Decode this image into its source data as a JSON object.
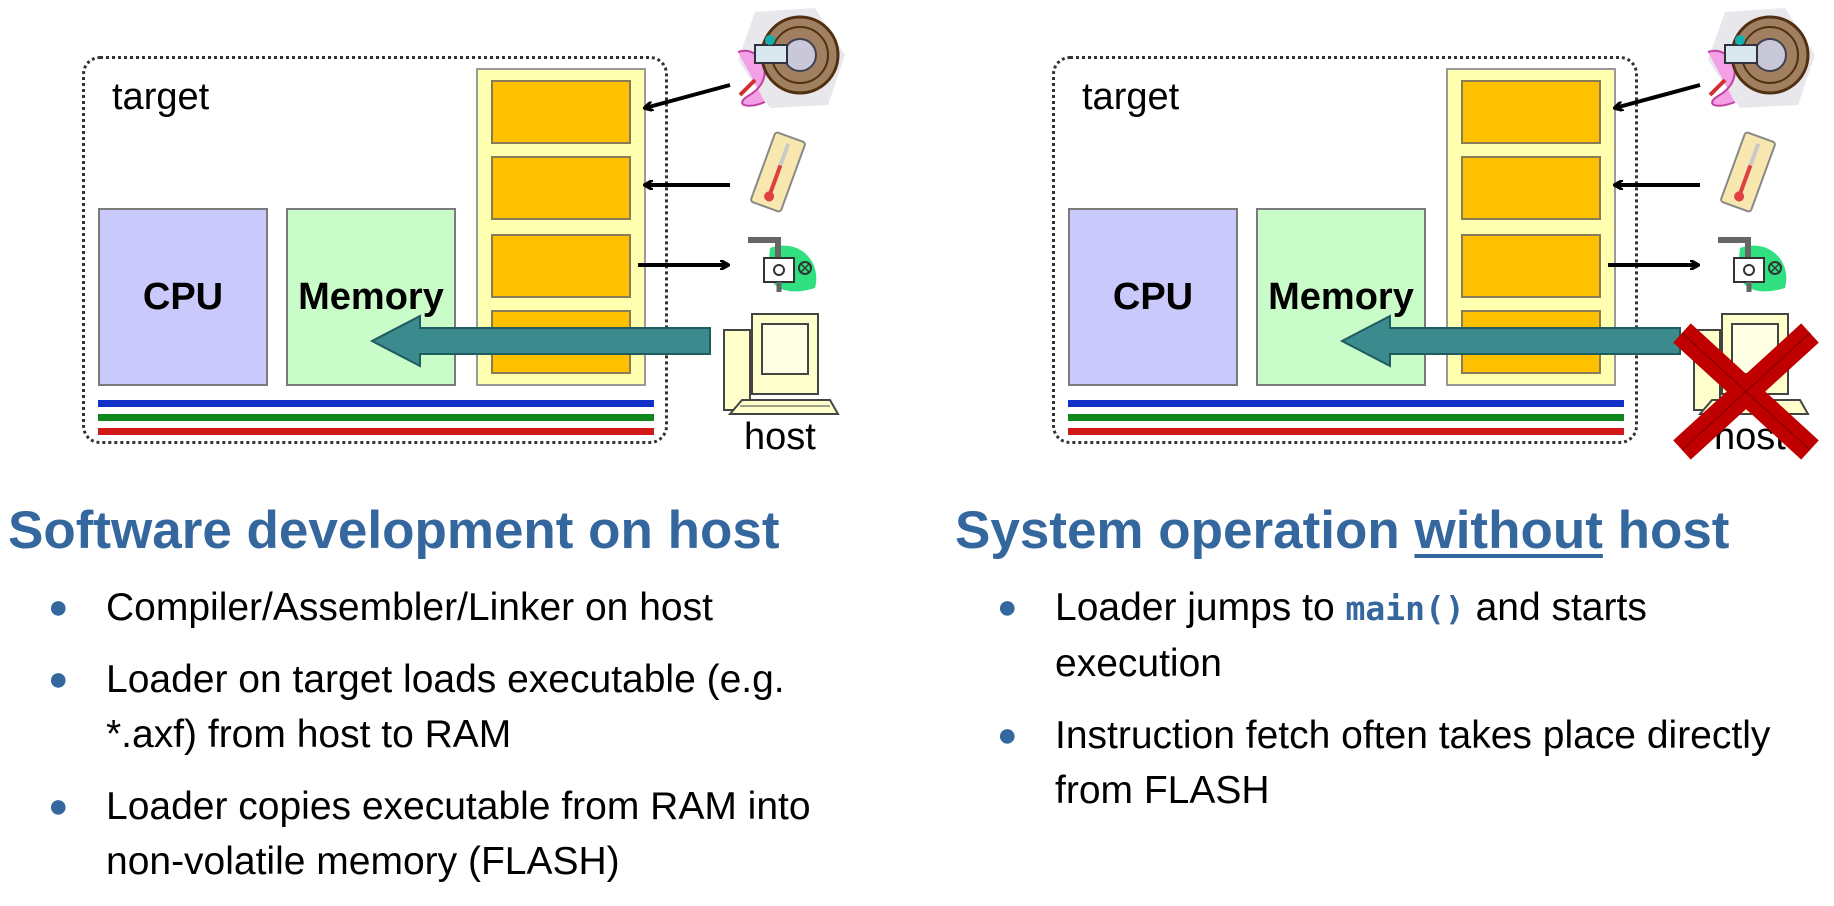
{
  "left": {
    "target_label": "target",
    "cpu_label": "CPU",
    "memory_label": "Memory",
    "host_label": "host",
    "heading": "Software development on host",
    "bullets": [
      "Compiler/Assembler/Linker on host",
      "Loader on target loads executable (e.g. *.axf) from host to RAM",
      "Loader copies executable from RAM into non-volatile memory (FLASH)"
    ]
  },
  "right": {
    "target_label": "target",
    "cpu_label": "CPU",
    "memory_label": "Memory",
    "host_label": "host",
    "heading_pre": "System operation ",
    "heading_emph": "without",
    "heading_post": " host",
    "bullets": [
      {
        "pre": "Loader jumps to ",
        "code": "main()",
        "post": " and starts execution"
      },
      {
        "text": "Instruction fetch often takes place directly from FLASH"
      }
    ]
  },
  "icons": [
    "motor-icon",
    "thermometer-icon",
    "valve-icon",
    "host-computer-icon",
    "red-x-icon"
  ],
  "colors": {
    "heading": "#34679e",
    "cpu": "#c9c9fb",
    "memory": "#c9fcc9",
    "io_column": "#ffffb0",
    "io_block": "#ffc000",
    "bus_blue": "#1030c8",
    "bus_green": "#10861c",
    "bus_red": "#d01818",
    "load_arrow": "#3a8a8e",
    "cross": "#c00000"
  }
}
